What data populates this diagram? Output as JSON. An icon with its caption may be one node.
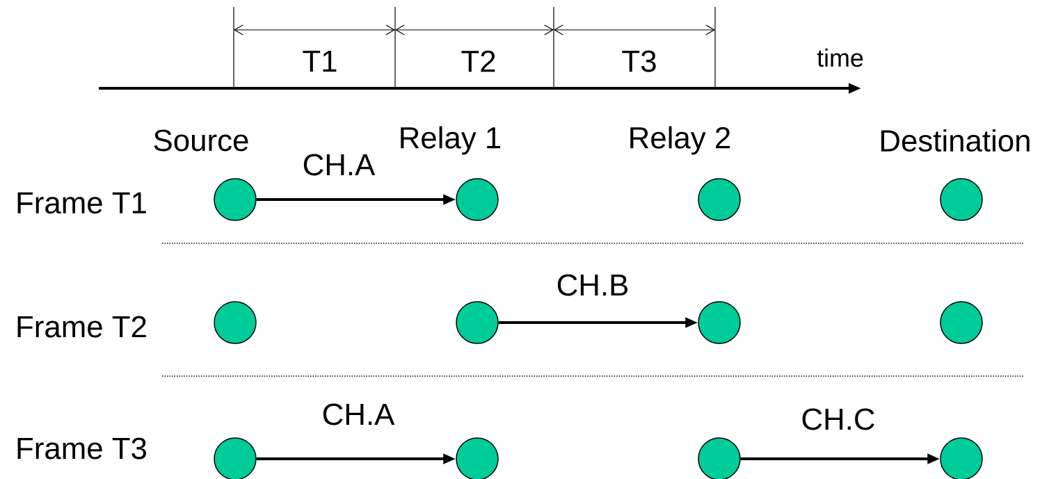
{
  "diagram": {
    "nodes": [
      {
        "text": [],
        "shape": "circle"
      },
      {
        "text": [],
        "shape": "circle"
      },
      {
        "text": [],
        "shape": "circle"
      },
      {
        "text": [],
        "shape": "circle"
      },
      {
        "text": [],
        "shape": "circle"
      },
      {
        "text": [],
        "shape": "circle"
      },
      {
        "text": [],
        "shape": "circle"
      },
      {
        "text": [],
        "shape": "circle"
      },
      {
        "text": [],
        "shape": "circle"
      },
      {
        "text": [],
        "shape": "circle"
      },
      {
        "text": [],
        "shape": "circle"
      },
      {
        "text": [],
        "shape": "circle"
      }
    ],
    "edges": [
      {
        "from": 0,
        "to": 1,
        "arrow": "to",
        "label": "CH.A"
      },
      {
        "from": 5,
        "to": 6,
        "arrow": "to",
        "label": "CH.B"
      },
      {
        "from": 8,
        "to": 9,
        "arrow": "to",
        "label": "CH.A"
      },
      {
        "from": 10,
        "to": 11,
        "arrow": "to",
        "label": "CH.C"
      }
    ],
    "labels": [
      "T1",
      "T2",
      "T3",
      "time",
      "Source",
      "Relay 1",
      "Relay 2",
      "Destination",
      "Frame T1",
      "Frame T2",
      "Frame T3"
    ]
  }
}
